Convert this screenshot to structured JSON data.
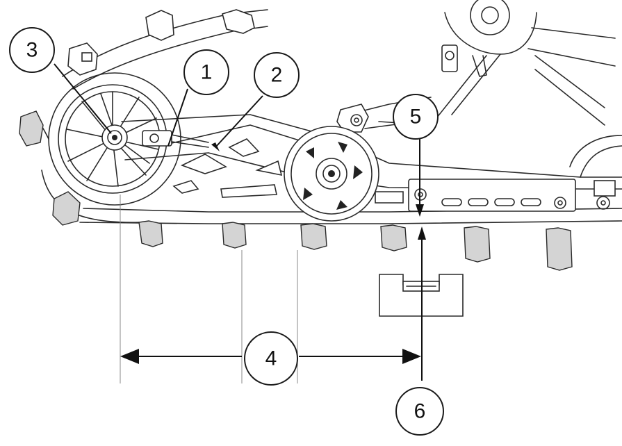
{
  "callouts": {
    "c1": "1",
    "c2": "2",
    "c3": "3",
    "c4": "4",
    "c5": "5",
    "c6": "6"
  },
  "colors": {
    "line": "#2a2a2a",
    "background": "#ffffff",
    "shade": "#d4d4d4"
  }
}
